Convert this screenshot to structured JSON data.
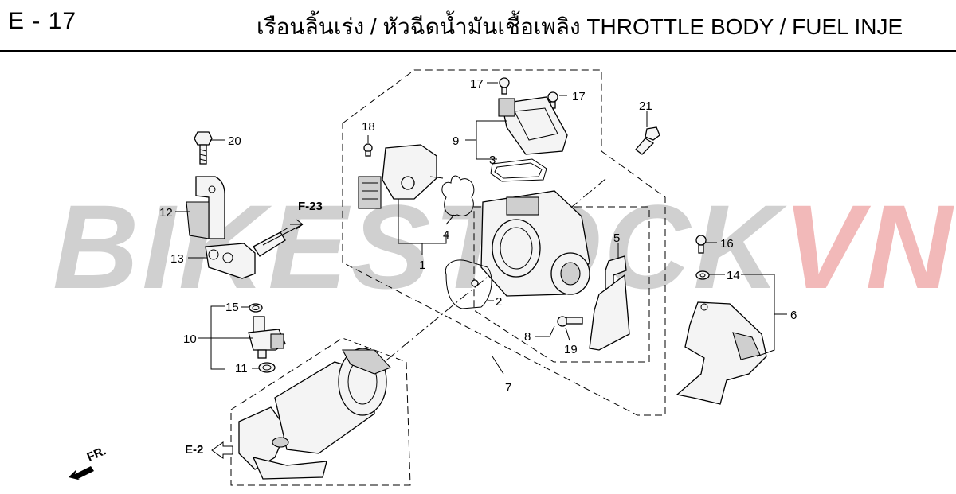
{
  "header": {
    "page_code": "E - 17",
    "title": "เรือนลิ้นเร่ง / หัวฉีดน้ำมันเชื้อเพลิง  THROTTLE BODY / FUEL INJE"
  },
  "watermark": {
    "part1": "BIKESTOCK",
    "part2": "VN"
  },
  "references": {
    "fuel_line": "F-23",
    "intake": "E-2",
    "front": "FR."
  },
  "callouts": [
    "1",
    "2",
    "3",
    "4",
    "5",
    "6",
    "7",
    "8",
    "9",
    "10",
    "11",
    "12",
    "13",
    "14",
    "15",
    "16",
    "17",
    "17",
    "18",
    "19",
    "20",
    "21"
  ]
}
